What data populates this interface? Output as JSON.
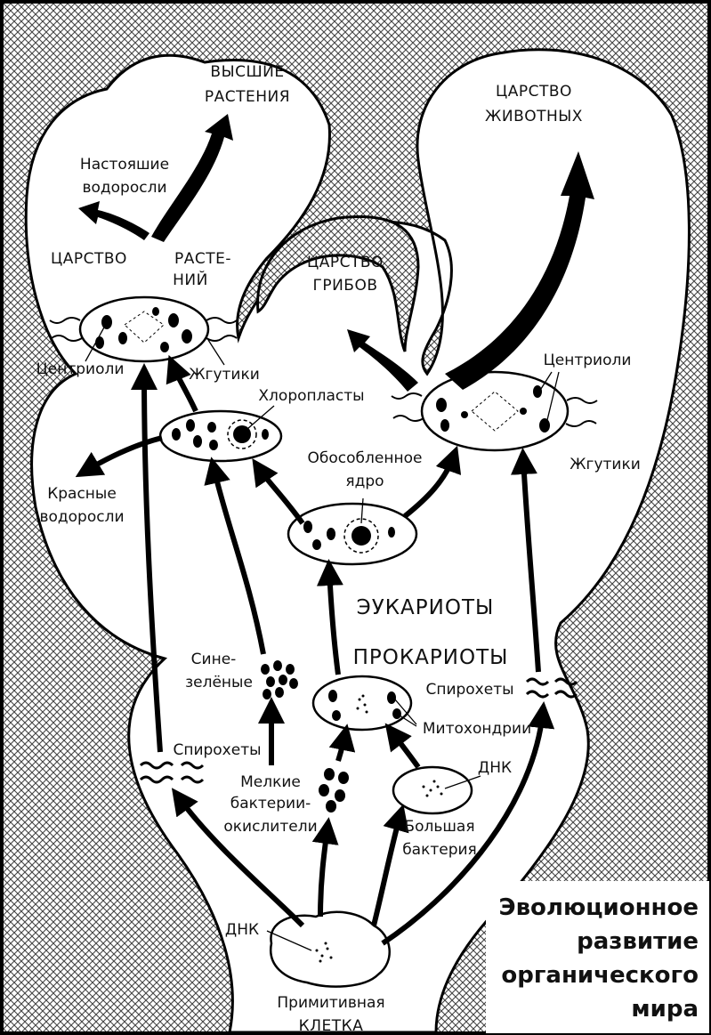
{
  "title": [
    "Эволюционное",
    "развитие",
    "органического",
    "мира"
  ],
  "labels": {
    "higher_plants": [
      "ВЫСШИЕ",
      "РАСТЕНИЯ"
    ],
    "true_algae": [
      "Настояшие",
      "водоросли"
    ],
    "plant_kingdom_a": "ЦАРСТВО",
    "plant_kingdom_b": [
      "РАСТЕ-",
      "НИЙ"
    ],
    "fungi_kingdom": [
      "ЦАРСТВО",
      "ГРИБОВ"
    ],
    "animal_kingdom": [
      "ЦАРСТВО",
      "ЖИВОТНЫХ"
    ],
    "centrioles_left": "Центриоли",
    "flagella_left": "Жгутики",
    "chloroplasts": "Хлоропласты",
    "centrioles_right": "Центриоли",
    "flagella_right": "Жгутики",
    "isolated_nucleus": [
      "Обособленное",
      "ядро"
    ],
    "red_algae": [
      "Красные",
      "водоросли"
    ],
    "eukaryotes": "ЭУКАРИОТЫ",
    "prokaryotes": "ПРОКАРИОТЫ",
    "blue_green": [
      "Сине-",
      "зелёные"
    ],
    "spirochetes_right": "Спирохеты",
    "mitochondria": "Митохондрии",
    "spirochetes_left": "Спирохеты",
    "small_bacteria": [
      "Мелкие",
      "бактерии-",
      "окислители"
    ],
    "dna_right": "ДНК",
    "large_bacterium": [
      "Большая",
      "бактерия"
    ],
    "dna_left": "ДНК",
    "primitive_cell": [
      "Примитивная",
      "КЛЕТКА"
    ]
  }
}
